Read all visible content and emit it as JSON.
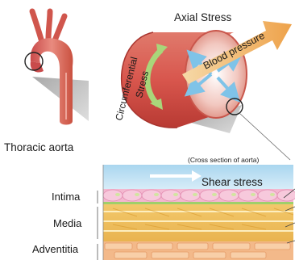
{
  "labels": {
    "thoracic_aorta": "Thoracic aorta",
    "axial_stress": "Axial Stress",
    "circumferential": "Circumferential",
    "stress": "Stress",
    "blood_pressure": "Blood pressure",
    "cross_section": "(Cross section of aorta)",
    "shear_stress": "Shear stress",
    "intima": "Intima",
    "media": "Media",
    "adventitia": "Adventitia"
  }
}
